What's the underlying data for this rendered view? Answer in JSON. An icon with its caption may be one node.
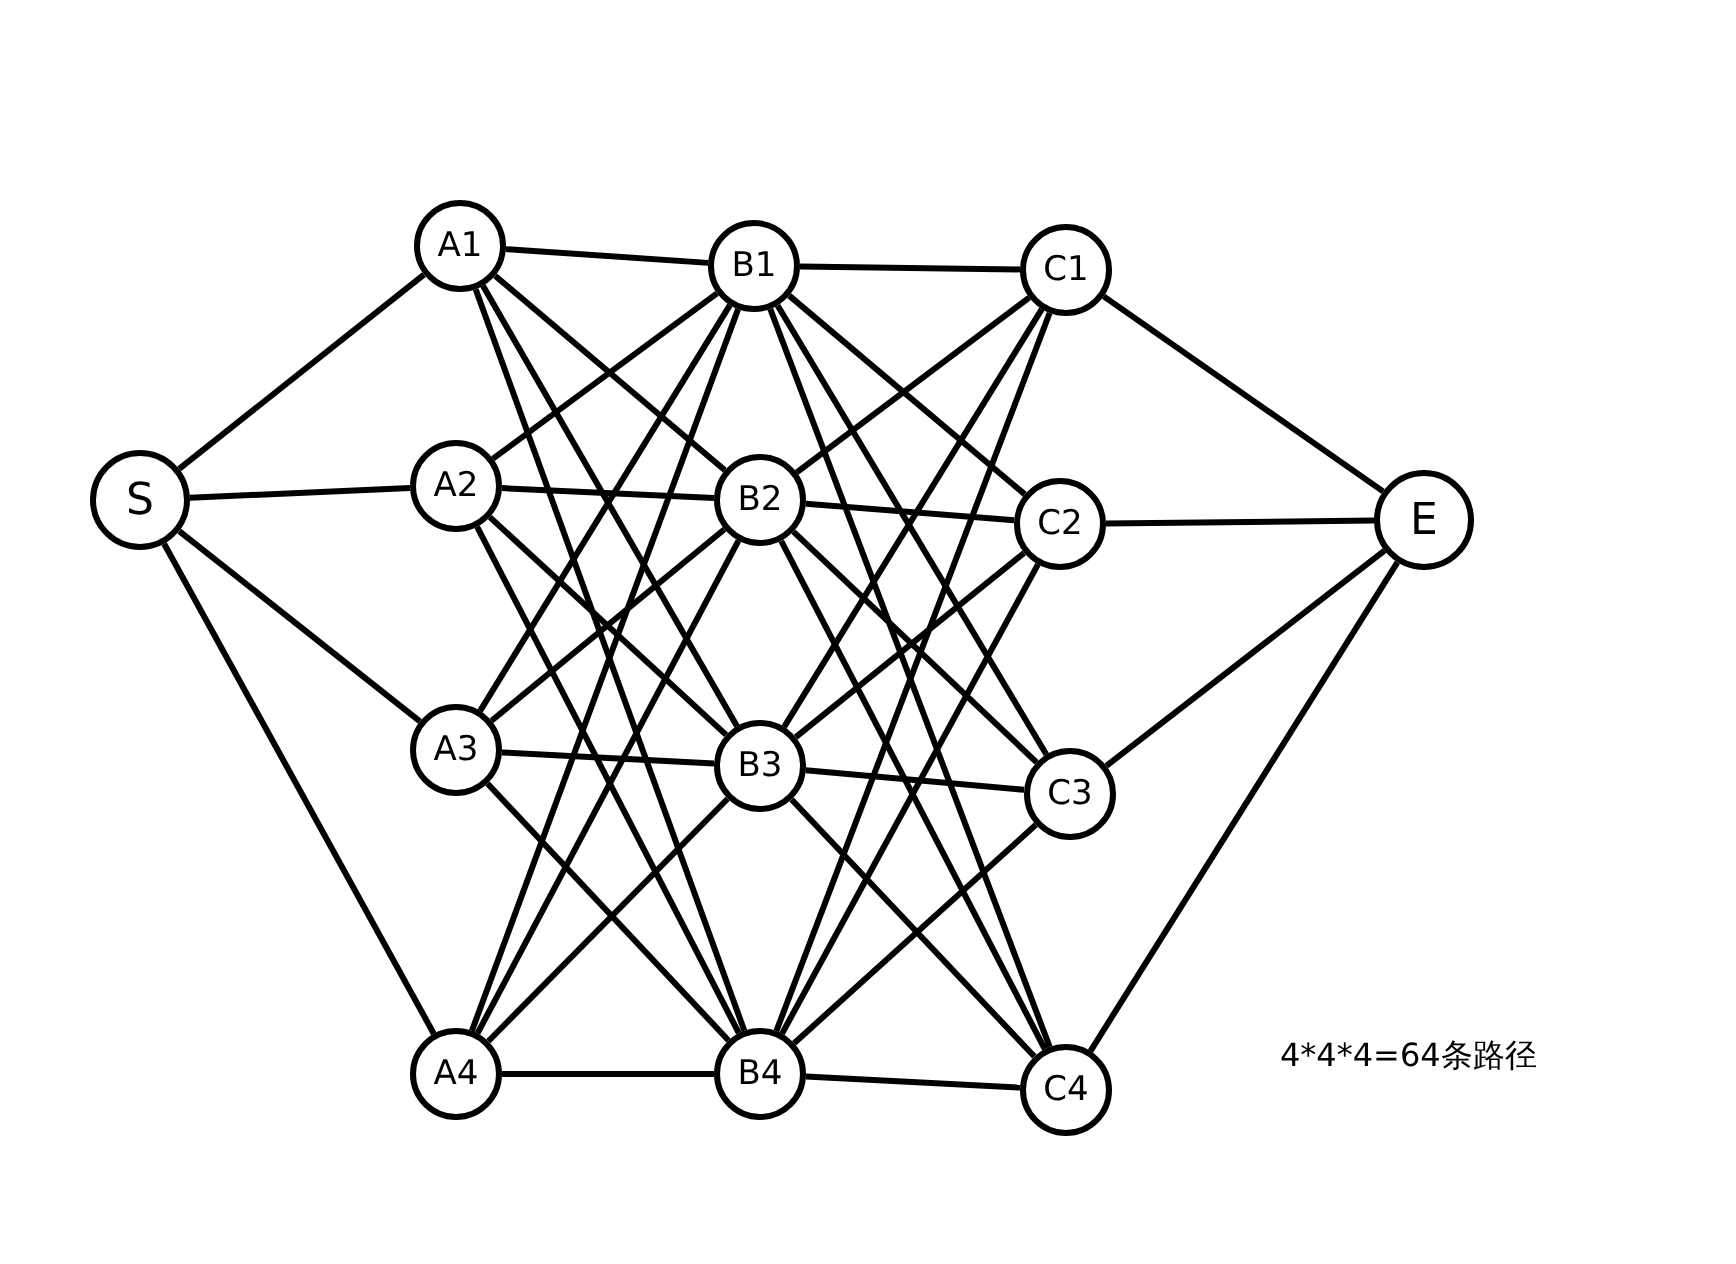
{
  "diagram": {
    "nodes": [
      {
        "text": [
          "S"
        ]
      },
      {
        "text": [
          "A1"
        ]
      },
      {
        "text": [
          "A2"
        ]
      },
      {
        "text": [
          "A3"
        ]
      },
      {
        "text": [
          "A4"
        ]
      },
      {
        "text": [
          "B1"
        ]
      },
      {
        "text": [
          "B2"
        ]
      },
      {
        "text": [
          "B3"
        ]
      },
      {
        "text": [
          "B4"
        ]
      },
      {
        "text": [
          "C1"
        ]
      },
      {
        "text": [
          "C2"
        ]
      },
      {
        "text": [
          "C3"
        ]
      },
      {
        "text": [
          "C4"
        ]
      },
      {
        "text": [
          "E"
        ]
      }
    ],
    "edges": [
      {
        "from": 0,
        "to": 1,
        "arrow": "none"
      },
      {
        "from": 0,
        "to": 2,
        "arrow": "none"
      },
      {
        "from": 0,
        "to": 3,
        "arrow": "none"
      },
      {
        "from": 0,
        "to": 4,
        "arrow": "none"
      },
      {
        "from": 1,
        "to": 5,
        "arrow": "none"
      },
      {
        "from": 1,
        "to": 6,
        "arrow": "none"
      },
      {
        "from": 1,
        "to": 7,
        "arrow": "none"
      },
      {
        "from": 1,
        "to": 8,
        "arrow": "none"
      },
      {
        "from": 2,
        "to": 5,
        "arrow": "none"
      },
      {
        "from": 2,
        "to": 6,
        "arrow": "none"
      },
      {
        "from": 2,
        "to": 7,
        "arrow": "none"
      },
      {
        "from": 2,
        "to": 8,
        "arrow": "none"
      },
      {
        "from": 3,
        "to": 5,
        "arrow": "none"
      },
      {
        "from": 3,
        "to": 6,
        "arrow": "none"
      },
      {
        "from": 3,
        "to": 7,
        "arrow": "none"
      },
      {
        "from": 3,
        "to": 8,
        "arrow": "none"
      },
      {
        "from": 4,
        "to": 5,
        "arrow": "none"
      },
      {
        "from": 4,
        "to": 6,
        "arrow": "none"
      },
      {
        "from": 4,
        "to": 7,
        "arrow": "none"
      },
      {
        "from": 4,
        "to": 8,
        "arrow": "none"
      },
      {
        "from": 5,
        "to": 9,
        "arrow": "none"
      },
      {
        "from": 5,
        "to": 10,
        "arrow": "none"
      },
      {
        "from": 5,
        "to": 11,
        "arrow": "none"
      },
      {
        "from": 5,
        "to": 12,
        "arrow": "none"
      },
      {
        "from": 6,
        "to": 9,
        "arrow": "none"
      },
      {
        "from": 6,
        "to": 10,
        "arrow": "none"
      },
      {
        "from": 6,
        "to": 11,
        "arrow": "none"
      },
      {
        "from": 6,
        "to": 12,
        "arrow": "none"
      },
      {
        "from": 7,
        "to": 9,
        "arrow": "none"
      },
      {
        "from": 7,
        "to": 10,
        "arrow": "none"
      },
      {
        "from": 7,
        "to": 11,
        "arrow": "none"
      },
      {
        "from": 7,
        "to": 12,
        "arrow": "none"
      },
      {
        "from": 8,
        "to": 9,
        "arrow": "none"
      },
      {
        "from": 8,
        "to": 10,
        "arrow": "none"
      },
      {
        "from": 8,
        "to": 11,
        "arrow": "none"
      },
      {
        "from": 8,
        "to": 12,
        "arrow": "none"
      },
      {
        "from": 9,
        "to": 13,
        "arrow": "none"
      },
      {
        "from": 10,
        "to": 13,
        "arrow": "none"
      },
      {
        "from": 11,
        "to": 13,
        "arrow": "none"
      },
      {
        "from": 12,
        "to": 13,
        "arrow": "none"
      }
    ],
    "labels": [
      "4*4*4=64条路径"
    ]
  }
}
